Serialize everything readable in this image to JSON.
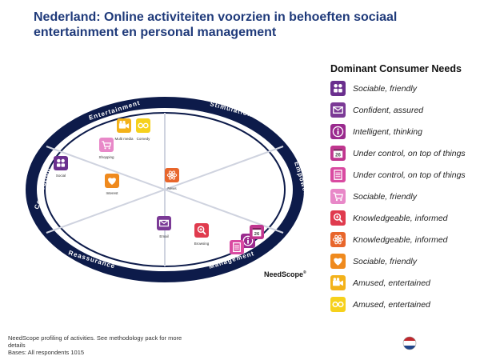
{
  "title": "Nederland: Online activiteiten voorzien in behoeften sociaal entertainment en personal management",
  "segments": {
    "entertainment": "Entertainment",
    "stimulation": "Stimulation",
    "empowerment": "Empowerment",
    "management": "Management",
    "reassurance": "Reassurance",
    "connection": "Connection"
  },
  "activities": [
    {
      "label": "Social",
      "icon": "people-icon",
      "color": "#6a2f8e"
    },
    {
      "label": "Shopping",
      "icon": "cart-icon",
      "color": "#e888c8"
    },
    {
      "label": "Multi media",
      "icon": "video-icon",
      "color": "#f3b21a"
    },
    {
      "label": "Comedy",
      "icon": "glasses-icon",
      "color": "#f6d11c"
    },
    {
      "label": "Interest",
      "icon": "heart-icon",
      "color": "#ef8a1e"
    },
    {
      "label": "News",
      "icon": "atom-icon",
      "color": "#e8662b"
    },
    {
      "label": "Email",
      "icon": "envelope-icon",
      "color": "#7b3a96"
    },
    {
      "label": "Browsing",
      "icon": "magnifier-icon",
      "color": "#e03b4e"
    },
    {
      "label": "",
      "icon": "info-icon",
      "color": "#9a2a8e"
    },
    {
      "label": "",
      "icon": "calendar-icon",
      "color": "#c0368f"
    },
    {
      "label": "",
      "icon": "document-icon",
      "color": "#d94aa1"
    }
  ],
  "legend": {
    "title": "Dominant Consumer Needs",
    "items": [
      {
        "label": "Sociable, friendly",
        "icon": "people-icon",
        "color": "#6a2f8e"
      },
      {
        "label": "Confident, assured",
        "icon": "envelope-icon",
        "color": "#7b3a96"
      },
      {
        "label": "Intelligent, thinking",
        "icon": "info-icon",
        "color": "#9a2a8e"
      },
      {
        "label": "Under control, on top of things",
        "icon": "calendar-icon",
        "color": "#c0368f"
      },
      {
        "label": "Under control, on top of things",
        "icon": "document-icon",
        "color": "#d94aa1"
      },
      {
        "label": "Sociable, friendly",
        "icon": "cart-icon",
        "color": "#e888c8"
      },
      {
        "label": "Knowledgeable, informed",
        "icon": "magnifier-icon",
        "color": "#e03b4e"
      },
      {
        "label": "Knowledgeable, informed",
        "icon": "atom-icon",
        "color": "#e8662b"
      },
      {
        "label": "Sociable, friendly",
        "icon": "heart-icon",
        "color": "#ef8a1e"
      },
      {
        "label": "Amused, entertained",
        "icon": "video-icon",
        "color": "#f3b21a"
      },
      {
        "label": "Amused, entertained",
        "icon": "glasses-icon",
        "color": "#f6d11c"
      }
    ]
  },
  "calendar_number": "26",
  "brand": "NeedScope",
  "footnote": {
    "line1": "NeedScope profiling of activities. See methodology pack for more details",
    "line2": "Bases: All respondents 1015"
  }
}
